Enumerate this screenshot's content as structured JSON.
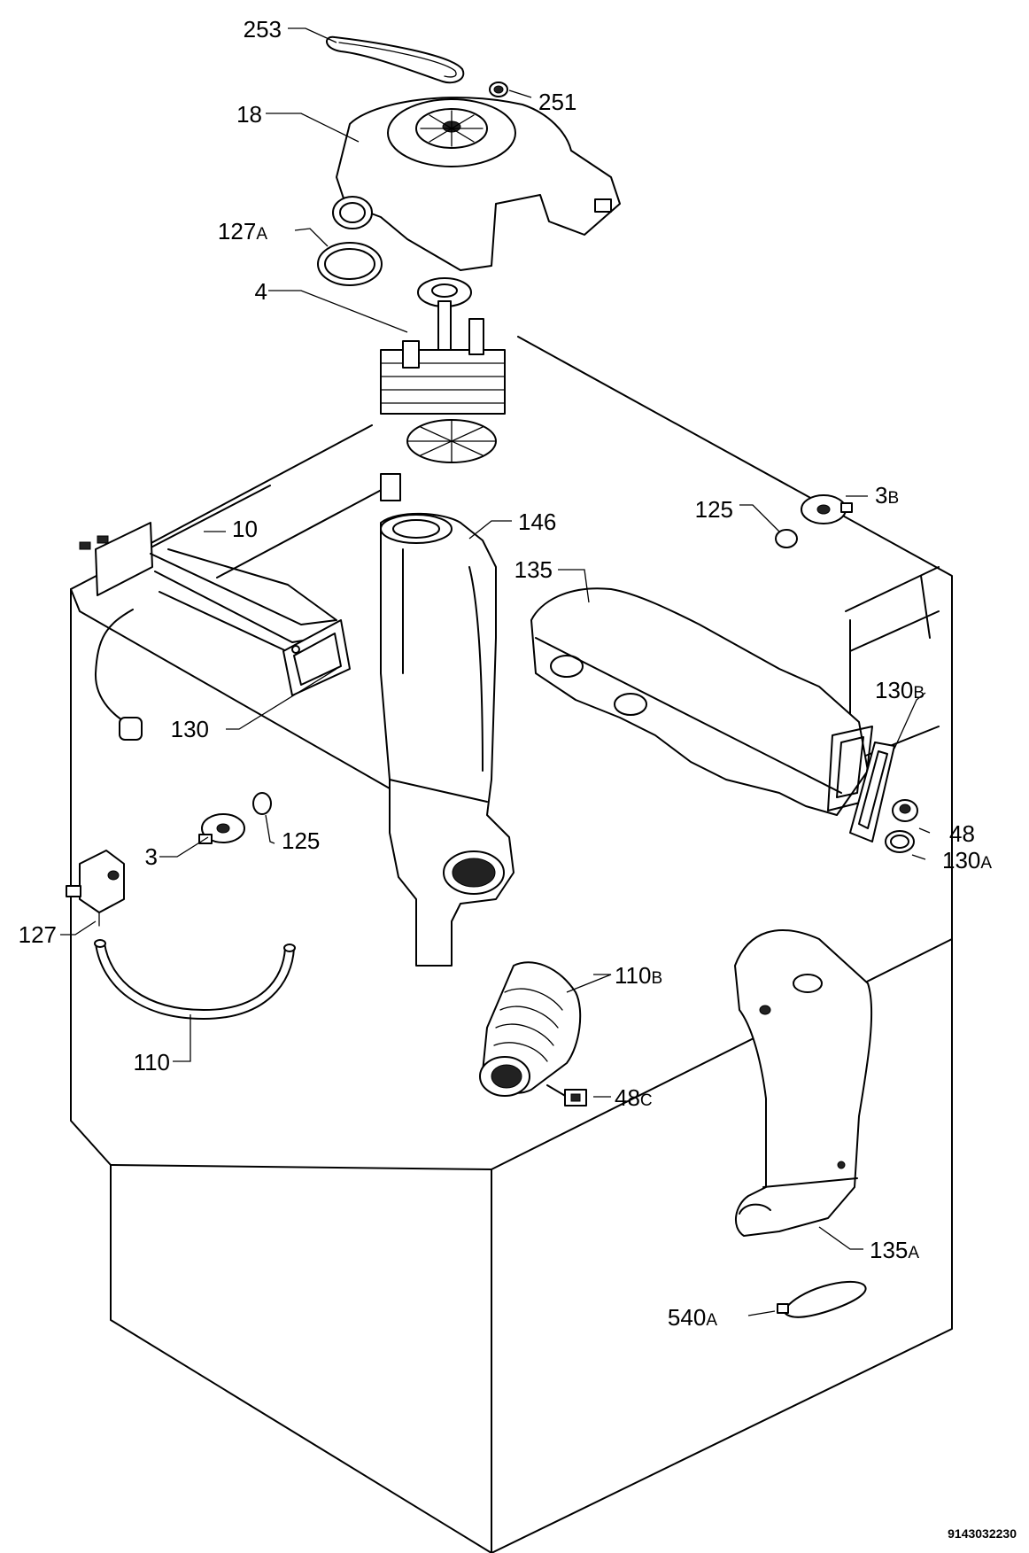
{
  "parts": [
    {
      "id": "253",
      "number": "253",
      "suffix": ""
    },
    {
      "id": "251",
      "number": "251",
      "suffix": ""
    },
    {
      "id": "18",
      "number": "18",
      "suffix": ""
    },
    {
      "id": "127A",
      "number": "127",
      "suffix": "A"
    },
    {
      "id": "4",
      "number": "4",
      "suffix": ""
    },
    {
      "id": "125-top",
      "number": "125",
      "suffix": ""
    },
    {
      "id": "3B",
      "number": "3",
      "suffix": "B"
    },
    {
      "id": "10",
      "number": "10",
      "suffix": ""
    },
    {
      "id": "146",
      "number": "146",
      "suffix": ""
    },
    {
      "id": "135",
      "number": "135",
      "suffix": ""
    },
    {
      "id": "130B",
      "number": "130",
      "suffix": "B"
    },
    {
      "id": "130",
      "number": "130",
      "suffix": ""
    },
    {
      "id": "125",
      "number": "125",
      "suffix": ""
    },
    {
      "id": "48",
      "number": "48",
      "suffix": ""
    },
    {
      "id": "3",
      "number": "3",
      "suffix": ""
    },
    {
      "id": "130A",
      "number": "130",
      "suffix": "A"
    },
    {
      "id": "127",
      "number": "127",
      "suffix": ""
    },
    {
      "id": "110B",
      "number": "110",
      "suffix": "B"
    },
    {
      "id": "48C",
      "number": "48",
      "suffix": "C"
    },
    {
      "id": "110",
      "number": "110",
      "suffix": ""
    },
    {
      "id": "135A",
      "number": "135",
      "suffix": "A"
    },
    {
      "id": "540A",
      "number": "540",
      "suffix": "A"
    }
  ],
  "document_id": "9143032230"
}
